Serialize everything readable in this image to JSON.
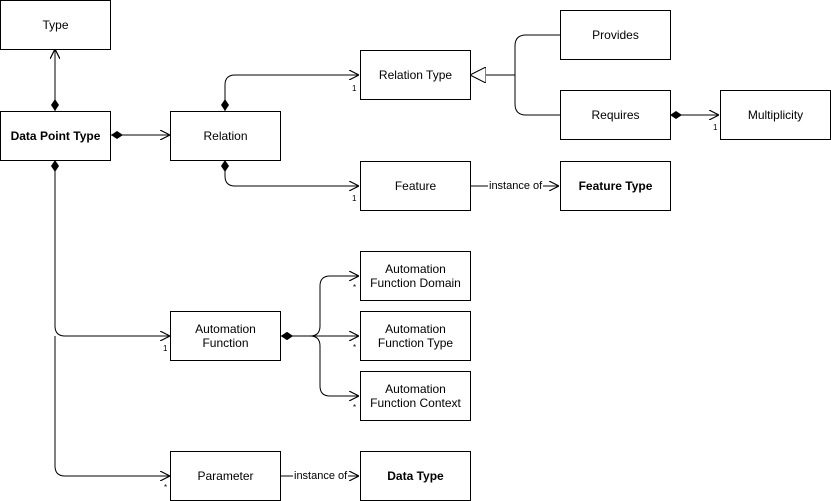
{
  "nodes": {
    "type": "Type",
    "data_point_type": "Data Point Type",
    "relation": "Relation",
    "relation_type": "Relation Type",
    "provides": "Provides",
    "requires": "Requires",
    "multiplicity": "Multiplicity",
    "feature": "Feature",
    "feature_type": "Feature Type",
    "automation_function": "Automation\nFunction",
    "automation_function_domain": "Automation\nFunction Domain",
    "automation_function_type": "Automation\nFunction Type",
    "automation_function_context": "Automation\nFunction Context",
    "parameter": "Parameter",
    "data_type": "Data Type"
  },
  "edge_labels": {
    "feature_instance_of": "instance of",
    "parameter_instance_of": "instance of"
  },
  "multiplicities": {
    "relation_type": "1",
    "feature": "1",
    "multiplicity": "1",
    "automation_function": "1",
    "af_domain": "*",
    "af_type": "*",
    "af_context": "*",
    "parameter": "*"
  }
}
